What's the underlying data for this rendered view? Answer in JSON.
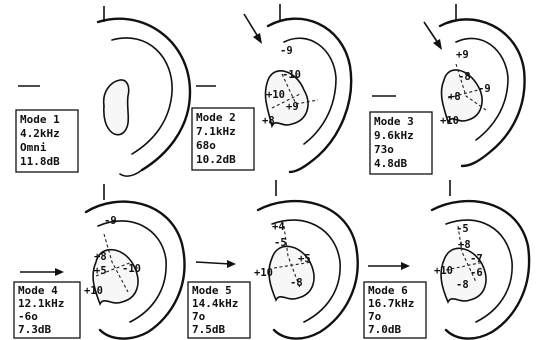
{
  "panels": [
    {
      "id": "panel-1",
      "lines": [
        "Mode 1",
        "4.2kHz",
        "Omni",
        "11.8dB"
      ],
      "marks": []
    },
    {
      "id": "panel-2",
      "lines": [
        "Mode 2",
        "7.1kHz",
        "68o",
        "10.2dB"
      ],
      "marks": [
        "-9",
        "-10",
        "+10",
        "+9",
        "+8"
      ]
    },
    {
      "id": "panel-3",
      "lines": [
        "Mode 3",
        "9.6kHz",
        "73o",
        "4.8dB"
      ],
      "marks": [
        "+9",
        "-8",
        "-9",
        "+8",
        "+10"
      ]
    },
    {
      "id": "panel-4",
      "lines": [
        "Mode 4",
        "12.1kHz",
        "-6o",
        "7.3dB"
      ],
      "marks": [
        "-9",
        "+8",
        "+5",
        "-10",
        "+10"
      ]
    },
    {
      "id": "panel-5",
      "lines": [
        "Mode 5",
        "14.4kHz",
        "7o",
        "7.5dB"
      ],
      "marks": [
        "+4",
        "-5",
        "+5",
        "+10",
        "-8"
      ]
    },
    {
      "id": "panel-6",
      "lines": [
        "Mode 6",
        "16.7kHz",
        "7o",
        "7.0dB"
      ],
      "marks": [
        "-5",
        "+8",
        "-7",
        "+10",
        "-6",
        "-8"
      ]
    }
  ]
}
